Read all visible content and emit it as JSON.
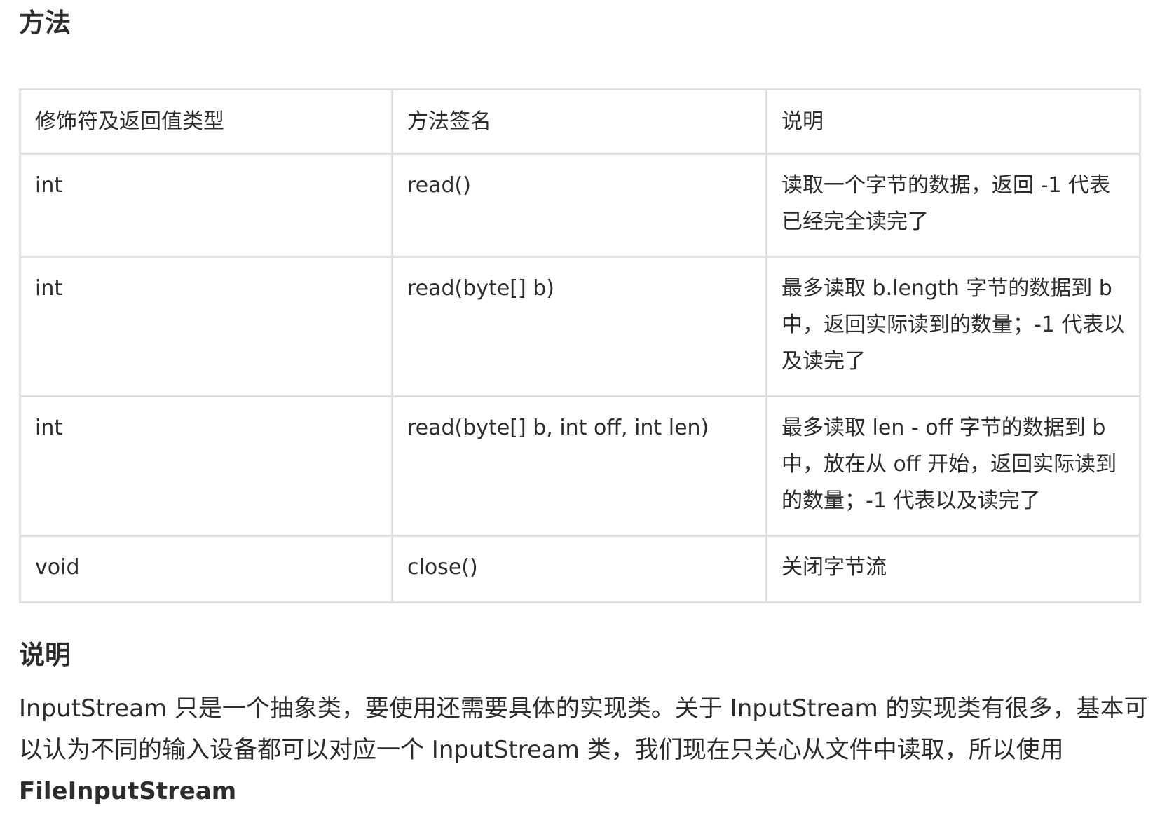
{
  "heading_methods": "方法",
  "table": {
    "headers": [
      "修饰符及返回值类型",
      "方法签名",
      "说明"
    ],
    "rows": [
      [
        "int",
        "read()",
        "读取一个字节的数据，返回 -1 代表已经完全读完了"
      ],
      [
        "int",
        "read(byte[] b)",
        "最多读取 b.length 字节的数据到 b 中，返回实际读到的数量；-1 代表以及读完了"
      ],
      [
        "int",
        "read(byte[] b, int off, int len)",
        "最多读取 len - off 字节的数据到 b 中，放在从 off 开始，返回实际读到的数量；-1 代表以及读完了"
      ],
      [
        "void",
        "close()",
        "关闭字节流"
      ]
    ]
  },
  "heading_description": "说明",
  "paragraph": {
    "text": "InputStream 只是一个抽象类，要使用还需要具体的实现类。关于 InputStream 的实现类有很多，基本可以认为不同的输入设备都可以对应一个 InputStream 类，我们现在只关心从文件中读取，所以使用 ",
    "bold": "FileInputStream"
  }
}
